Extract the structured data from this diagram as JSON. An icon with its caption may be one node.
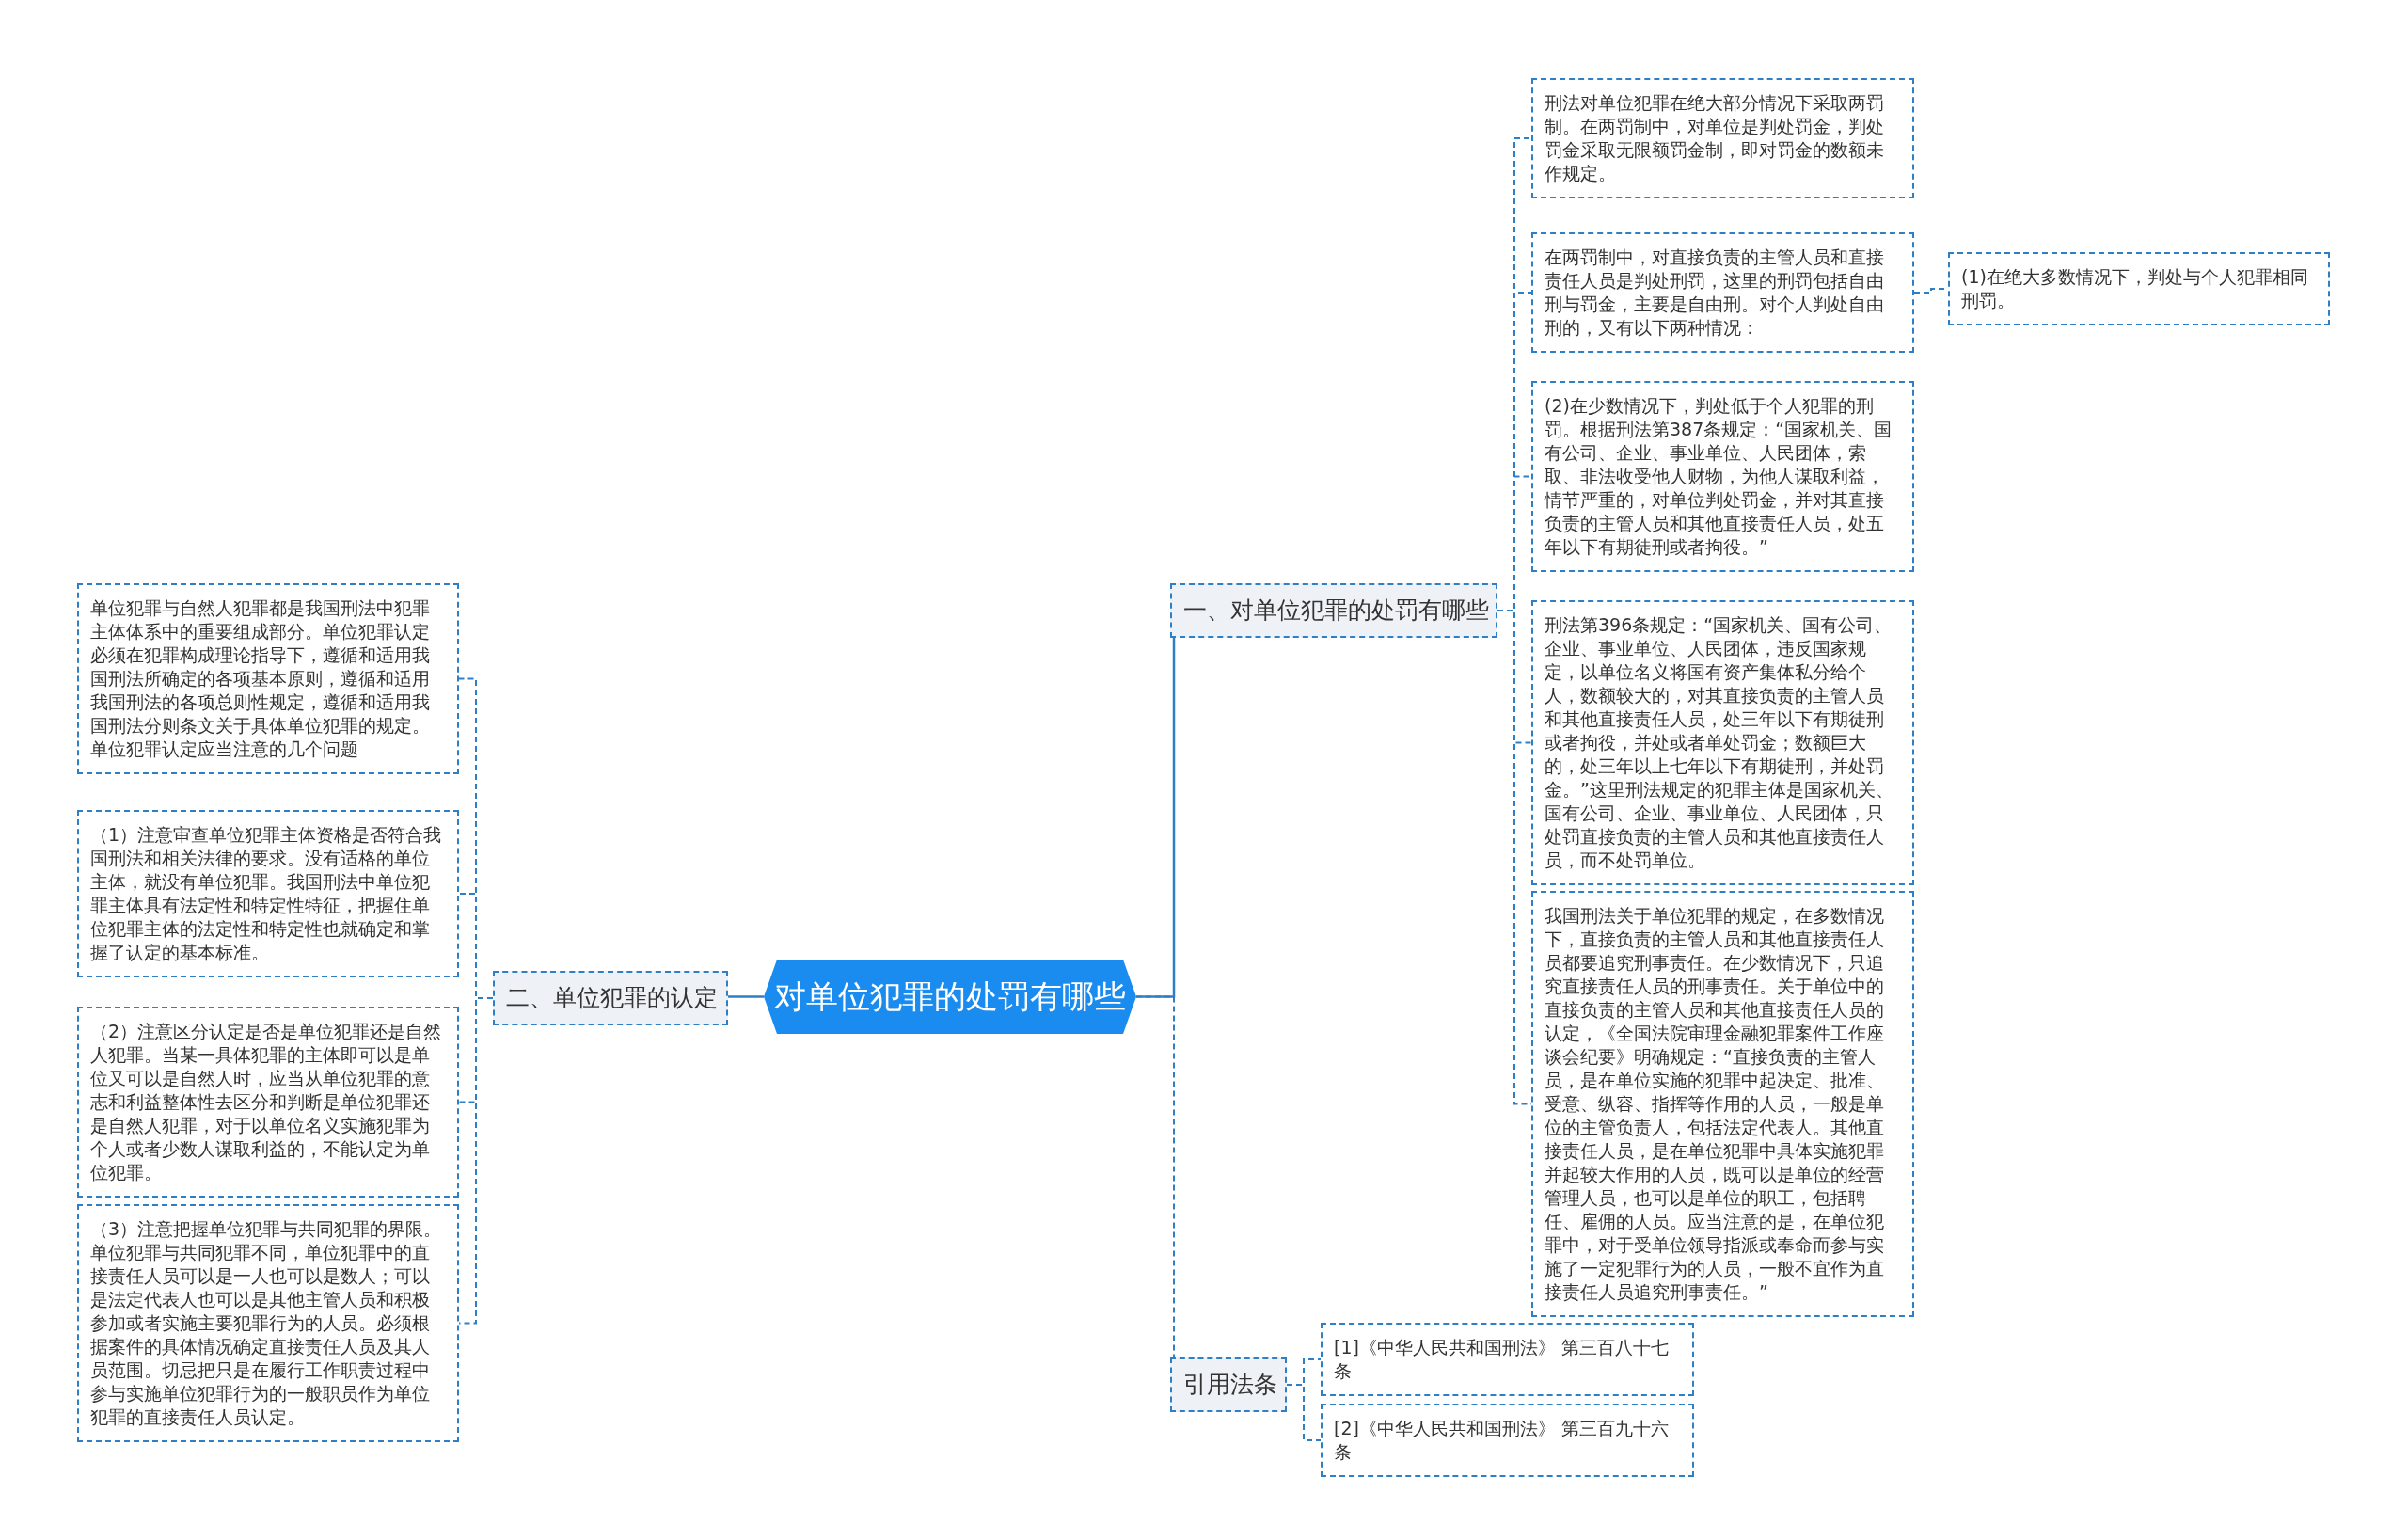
{
  "diagram": {
    "nodes": [
      {
        "text": [
          "对单位犯罪的处罚有哪些"
        ]
      },
      {
        "text": [
          "一、对单位犯罪的处罚有哪些"
        ]
      },
      {
        "text": [
          "刑法对单位犯罪在绝大部分情况下采取两罚制。在两罚制中，对单位是判处罚金，判处罚金采取无限额罚金制，即对罚金的数额未作规定。"
        ]
      },
      {
        "text": [
          "在两罚制中，对直接负责的主管人员和直接责任人员是判处刑罚，这里的刑罚包括自由刑与罚金，主要是自由刑。对个人判处自由刑的，又有以下两种情况："
        ]
      },
      {
        "text": [
          "(1)在绝大多数情况下，判处与个人犯罪相同刑罚。"
        ]
      },
      {
        "text": [
          "(2)在少数情况下，判处低于个人犯罪的刑罚。根据刑法第387条规定：“国家机关、国有公司、企业、事业单位、人民团体，索取、非法收受他人财物，为他人谋取利益，情节严重的，对单位判处罚金，并对其直接负责的主管人员和其他直接责任人员，处五年以下有期徒刑或者拘役。”"
        ]
      },
      {
        "text": [
          "刑法第396条规定：“国家机关、国有公司、企业、事业单位、人民团体，违反国家规定，以单位名义将国有资产集体私分给个人，数额较大的，对其直接负责的主管人员和其他直接责任人员，处三年以下有期徒刑或者拘役，并处或者单处罚金；数额巨大的，处三年以上七年以下有期徒刑，并处罚金。”这里刑法规定的犯罪主体是国家机关、国有公司、企业、事业单位、人民团体，只处罚直接负责的主管人员和其他直接责任人员，而不处罚单位。"
        ]
      },
      {
        "text": [
          "我国刑法关于单位犯罪的规定，在多数情况下，直接负责的主管人员和其他直接责任人员都要追究刑事责任。在少数情况下，只追究直接责任人员的刑事责任。关于单位中的直接负责的主管人员和其他直接责任人员的认定，《全国法院审理金融犯罪案件工作座谈会纪要》明确规定：“直接负责的主管人员，是在单位实施的犯罪中起决定、批准、受意、纵容、指挥等作用的人员，一般是单位的主管负责人，包括法定代表人。其他直接责任人员，是在单位犯罪中具体实施犯罪并起较大作用的人员，既可以是单位的经营管理人员，也可以是单位的职工，包括聘任、雇佣的人员。应当注意的是，在单位犯罪中，对于受单位领导指派或奉命而参与实施了一定犯罪行为的人员，一般不宜作为直接责任人员追究刑事责任。”"
        ]
      },
      {
        "text": [
          "二、单位犯罪的认定"
        ]
      },
      {
        "text": [
          "单位犯罪与自然人犯罪都是我国刑法中犯罪主体体系中的重要组成部分。单位犯罪认定必须在犯罪构成理论指导下，遵循和适用我国刑法所确定的各项基本原则，遵循和适用我国刑法的各项总则性规定，遵循和适用我国刑法分则条文关于具体单位犯罪的规定。单位犯罪认定应当注意的几个问题"
        ]
      },
      {
        "text": [
          "（1）注意审查单位犯罪主体资格是否符合我国刑法和相关法律的要求。没有适格的单位主体，就没有单位犯罪。我国刑法中单位犯罪主体具有法定性和特定性特征，把握住单位犯罪主体的法定性和特定性也就确定和掌握了认定的基本标准。"
        ]
      },
      {
        "text": [
          "（2）注意区分认定是否是单位犯罪还是自然人犯罪。当某一具体犯罪的主体即可以是单位又可以是自然人时，应当从单位犯罪的意志和利益整体性去区分和判断是单位犯罪还是自然人犯罪，对于以单位名义实施犯罪为个人或者少数人谋取利益的，不能认定为单位犯罪。"
        ]
      },
      {
        "text": [
          "（3）注意把握单位犯罪与共同犯罪的界限。单位犯罪与共同犯罪不同，单位犯罪中的直接责任人员可以是一人也可以是数人；可以是法定代表人也可以是其他主管人员和积极参加或者实施主要犯罪行为的人员。必须根据案件的具体情况确定直接责任人员及其人员范围。切忌把只是在履行工作职责过程中参与实施单位犯罪行为的一般职员作为单位犯罪的直接责任人员认定。"
        ]
      },
      {
        "text": [
          "引用法条"
        ]
      },
      {
        "text": [
          "[1]《中华人民共和国刑法》 第三百八十七条"
        ]
      },
      {
        "text": [
          "[2]《中华人民共和国刑法》 第三百九十六条"
        ]
      }
    ],
    "edges": [
      {
        "from": 0,
        "to": 1,
        "arrow": "none"
      },
      {
        "from": 1,
        "to": 2,
        "arrow": "none",
        "style": "dashed"
      },
      {
        "from": 1,
        "to": 3,
        "arrow": "none",
        "style": "dashed"
      },
      {
        "from": 3,
        "to": 4,
        "arrow": "none",
        "style": "dashed"
      },
      {
        "from": 1,
        "to": 5,
        "arrow": "none",
        "style": "dashed"
      },
      {
        "from": 1,
        "to": 6,
        "arrow": "none",
        "style": "dashed"
      },
      {
        "from": 1,
        "to": 7,
        "arrow": "none",
        "style": "dashed"
      },
      {
        "from": 0,
        "to": 8,
        "arrow": "none"
      },
      {
        "from": 8,
        "to": 9,
        "arrow": "none",
        "style": "dashed"
      },
      {
        "from": 8,
        "to": 10,
        "arrow": "none",
        "style": "dashed"
      },
      {
        "from": 8,
        "to": 11,
        "arrow": "none",
        "style": "dashed"
      },
      {
        "from": 8,
        "to": 12,
        "arrow": "none",
        "style": "dashed"
      },
      {
        "from": 0,
        "to": 13,
        "arrow": "none",
        "style": "dashed"
      },
      {
        "from": 13,
        "to": 14,
        "arrow": "none",
        "style": "dashed"
      },
      {
        "from": 13,
        "to": 15,
        "arrow": "none",
        "style": "dashed"
      }
    ]
  }
}
